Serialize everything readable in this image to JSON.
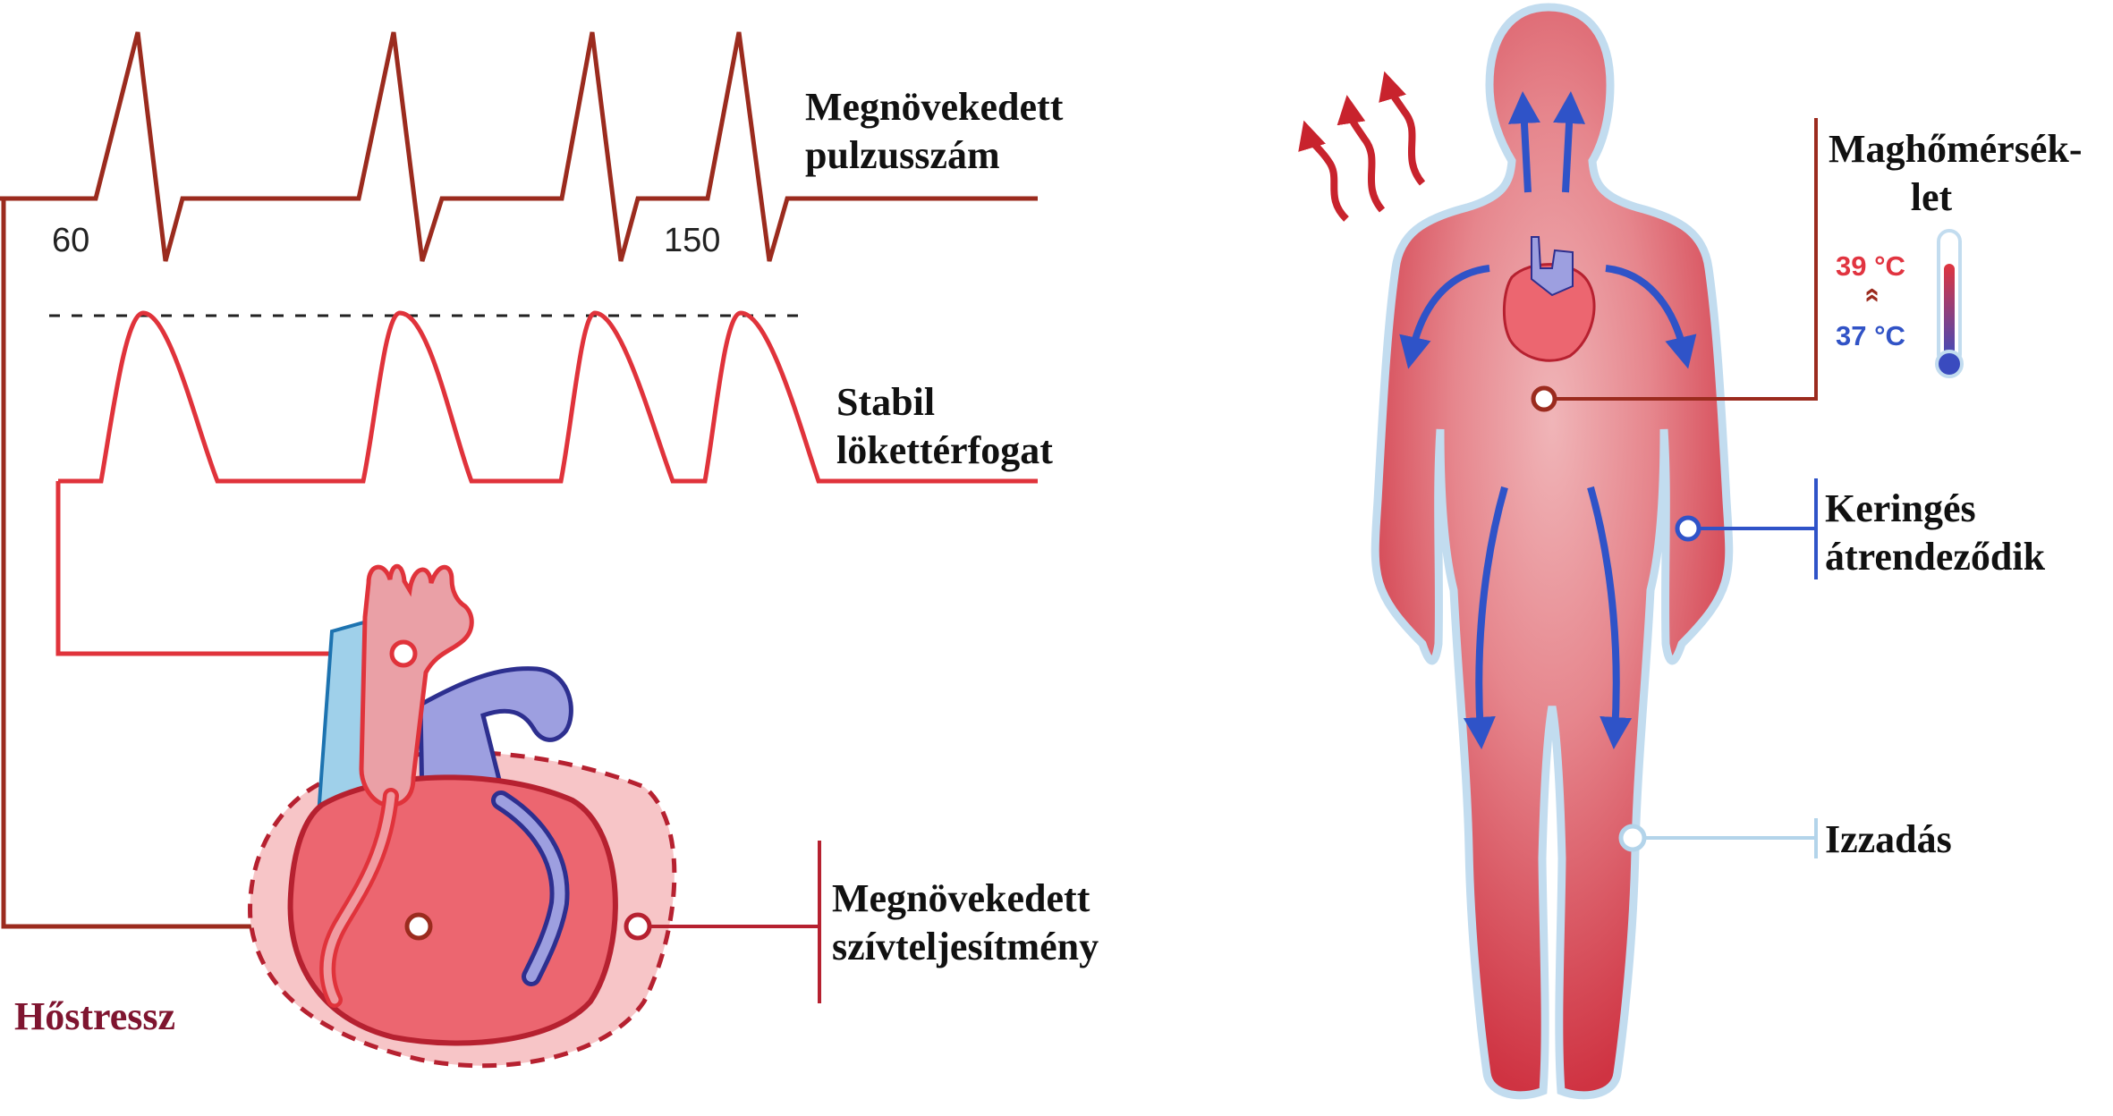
{
  "labels": {
    "heart_rate_line1": "Megnövekedett",
    "heart_rate_line2": "pulzusszám",
    "rate_low": "60",
    "rate_high": "150",
    "stroke_volume_line1": "Stabil",
    "stroke_volume_line2": "lökettérfogat",
    "cardiac_output_line1": "Megnövekedett",
    "cardiac_output_line2": "szívteljesítmény",
    "heat_stress": "Hőstressz",
    "core_temp_line1": "Maghőmérsék-",
    "core_temp_line2": "let",
    "temp_high": "39 °C",
    "temp_low": "37 °C",
    "temp_arrow": "»",
    "circulation_line1": "Keringés",
    "circulation_line2": "átrendeződik",
    "sweating": "Izzadás"
  },
  "colors": {
    "pulse_line": "#9b2b1e",
    "stroke_line": "#e0333b",
    "heart_body": "#ec6670",
    "heart_halo": "#f7c5c7",
    "vein_blue": "#9d9fe0",
    "body_red": "#d94452",
    "body_outline": "#c2dcef",
    "flow_arrow": "#2f53c8",
    "heat_stress_text": "#7f1530",
    "temp_high_color": "#e13440",
    "temp_low_color": "#3153c6",
    "sweat_line": "#b3d4ea"
  }
}
